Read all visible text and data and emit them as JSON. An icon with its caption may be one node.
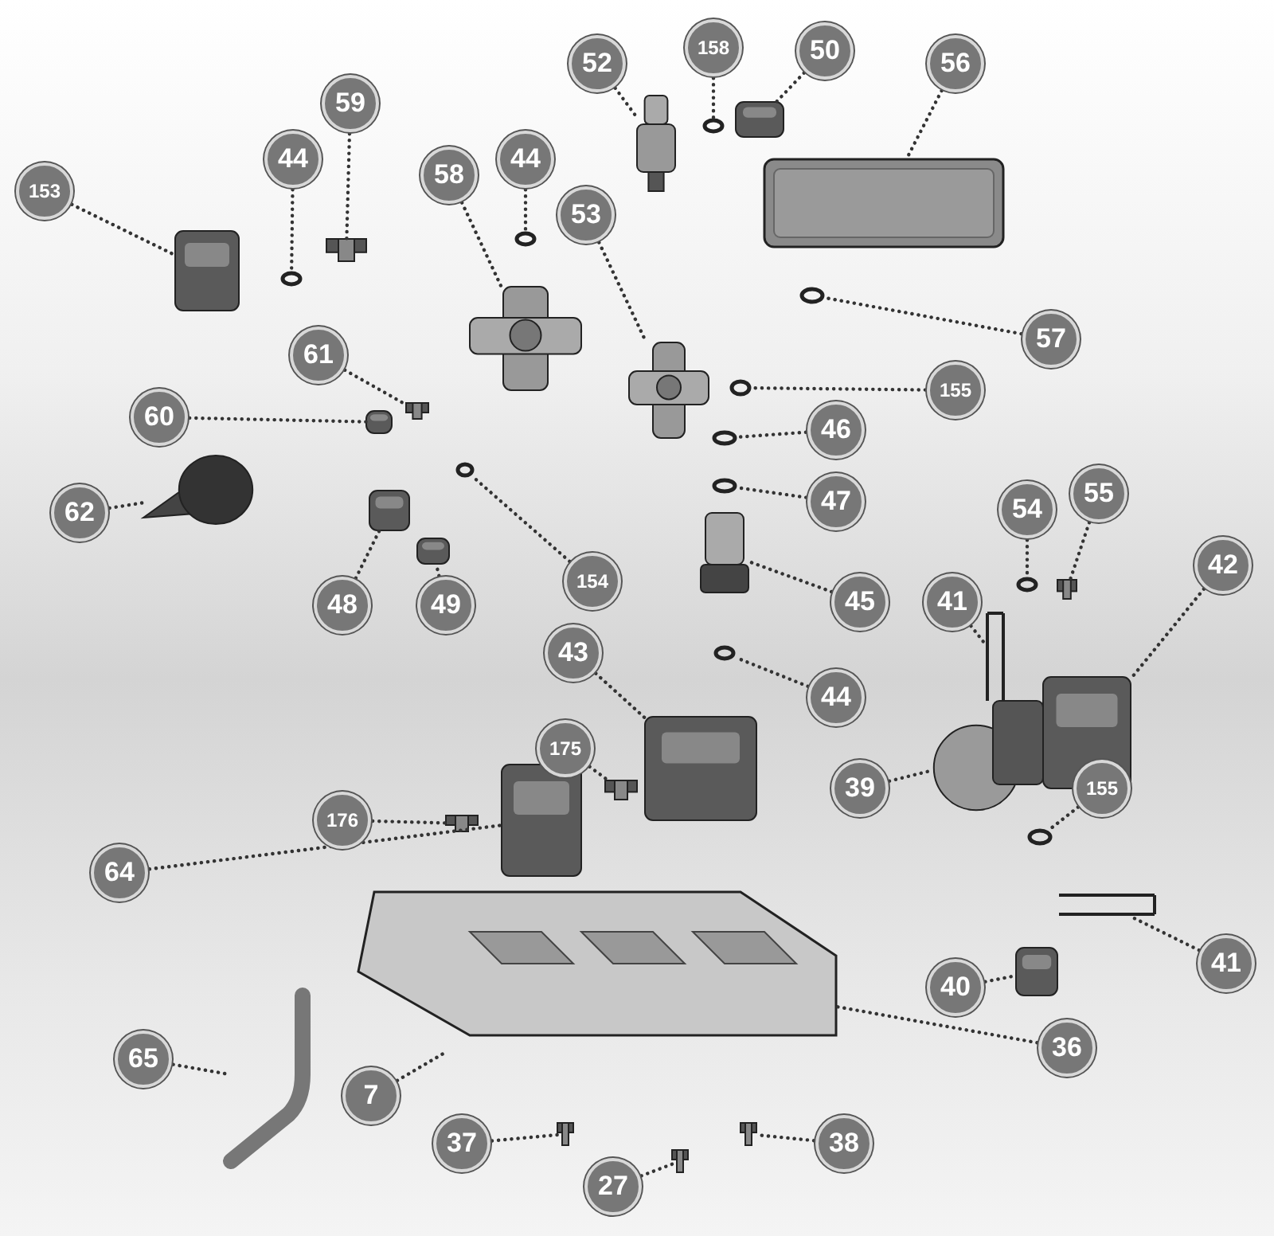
{
  "diagram": {
    "nodes": [
      {
        "text": [
          "52"
        ]
      },
      {
        "text": [
          "158"
        ]
      },
      {
        "text": [
          "50"
        ]
      },
      {
        "text": [
          "56"
        ]
      },
      {
        "text": [
          "153"
        ]
      },
      {
        "text": [
          "44"
        ]
      },
      {
        "text": [
          "59"
        ]
      },
      {
        "text": [
          "58"
        ]
      },
      {
        "text": [
          "44"
        ]
      },
      {
        "text": [
          "53"
        ]
      },
      {
        "text": [
          "57"
        ]
      },
      {
        "text": [
          "61"
        ]
      },
      {
        "text": [
          "60"
        ]
      },
      {
        "text": [
          "155"
        ]
      },
      {
        "text": [
          "46"
        ]
      },
      {
        "text": [
          "47"
        ]
      },
      {
        "text": [
          "62"
        ]
      },
      {
        "text": [
          "48"
        ]
      },
      {
        "text": [
          "49"
        ]
      },
      {
        "text": [
          "154"
        ]
      },
      {
        "text": [
          "45"
        ]
      },
      {
        "text": [
          "41"
        ]
      },
      {
        "text": [
          "54"
        ]
      },
      {
        "text": [
          "55"
        ]
      },
      {
        "text": [
          "42"
        ]
      },
      {
        "text": [
          "43"
        ]
      },
      {
        "text": [
          "44"
        ]
      },
      {
        "text": [
          "175"
        ]
      },
      {
        "text": [
          "39"
        ]
      },
      {
        "text": [
          "176"
        ]
      },
      {
        "text": [
          "64"
        ]
      },
      {
        "text": [
          "155"
        ]
      },
      {
        "text": [
          "40"
        ]
      },
      {
        "text": [
          "41"
        ]
      },
      {
        "text": [
          "36"
        ]
      },
      {
        "text": [
          "65"
        ]
      },
      {
        "text": [
          "7"
        ]
      },
      {
        "text": [
          "37"
        ]
      },
      {
        "text": [
          "27"
        ]
      },
      {
        "text": [
          "38"
        ]
      },
      {
        "text": [],
        "shape": "valve"
      },
      {
        "text": [],
        "shape": "ring"
      },
      {
        "text": [],
        "shape": "block"
      },
      {
        "text": [],
        "shape": "exchanger"
      },
      {
        "text": [],
        "shape": "block"
      },
      {
        "text": [],
        "shape": "ring"
      },
      {
        "text": [],
        "shape": "screw"
      },
      {
        "text": [],
        "shape": "valve"
      },
      {
        "text": [],
        "shape": "ring"
      },
      {
        "text": [],
        "shape": "valve"
      },
      {
        "text": [],
        "shape": "ring"
      },
      {
        "text": [],
        "shape": "screw"
      },
      {
        "text": [],
        "shape": "block"
      },
      {
        "text": [],
        "shape": "ring"
      },
      {
        "text": [],
        "shape": "ring"
      },
      {
        "text": [],
        "shape": "ring"
      },
      {
        "text": [],
        "shape": "sensor"
      },
      {
        "text": [],
        "shape": "block"
      },
      {
        "text": [],
        "shape": "block"
      },
      {
        "text": [],
        "shape": "ring"
      },
      {
        "text": [],
        "shape": "filter"
      },
      {
        "text": [],
        "shape": "clip"
      },
      {
        "text": [],
        "shape": "ring"
      },
      {
        "text": [],
        "shape": "screw"
      },
      {
        "text": [],
        "shape": "block"
      },
      {
        "text": [],
        "shape": "block"
      },
      {
        "text": [],
        "shape": "ring"
      },
      {
        "text": [],
        "shape": "screw"
      },
      {
        "text": [],
        "shape": "pump"
      },
      {
        "text": [],
        "shape": "screw"
      },
      {
        "text": [],
        "shape": "block"
      },
      {
        "text": [],
        "shape": "ring"
      },
      {
        "text": [],
        "shape": "block"
      },
      {
        "text": [],
        "shape": "clip"
      },
      {
        "text": [],
        "shape": "frame"
      },
      {
        "text": [],
        "shape": "pipe"
      },
      {
        "text": [],
        "shape": "screw"
      },
      {
        "text": [],
        "shape": "screw"
      },
      {
        "text": [],
        "shape": "screw"
      }
    ],
    "edges": [
      {
        "from": 0,
        "to": 40,
        "arrow": "none",
        "style": "dashed"
      },
      {
        "from": 1,
        "to": 41,
        "arrow": "none",
        "style": "dashed"
      },
      {
        "from": 2,
        "to": 42,
        "arrow": "none",
        "style": "dashed"
      },
      {
        "from": 3,
        "to": 43,
        "arrow": "none",
        "style": "dashed"
      },
      {
        "from": 4,
        "to": 44,
        "arrow": "none",
        "style": "dashed"
      },
      {
        "from": 5,
        "to": 45,
        "arrow": "none",
        "style": "dashed"
      },
      {
        "from": 6,
        "to": 46,
        "arrow": "none",
        "style": "dashed"
      },
      {
        "from": 7,
        "to": 47,
        "arrow": "none",
        "style": "dashed"
      },
      {
        "from": 8,
        "to": 48,
        "arrow": "none",
        "style": "dashed"
      },
      {
        "from": 9,
        "to": 49,
        "arrow": "none",
        "style": "dashed"
      },
      {
        "from": 10,
        "to": 50,
        "arrow": "none",
        "style": "dashed"
      },
      {
        "from": 11,
        "to": 51,
        "arrow": "none",
        "style": "dashed"
      },
      {
        "from": 12,
        "to": 52,
        "arrow": "none",
        "style": "dashed"
      },
      {
        "from": 13,
        "to": 53,
        "arrow": "none",
        "style": "dashed"
      },
      {
        "from": 14,
        "to": 54,
        "arrow": "none",
        "style": "dashed"
      },
      {
        "from": 15,
        "to": 55,
        "arrow": "none",
        "style": "dashed"
      },
      {
        "from": 16,
        "to": 56,
        "arrow": "none",
        "style": "dashed"
      },
      {
        "from": 17,
        "to": 57,
        "arrow": "none",
        "style": "dashed"
      },
      {
        "from": 18,
        "to": 58,
        "arrow": "none",
        "style": "dashed"
      },
      {
        "from": 19,
        "to": 59,
        "arrow": "none",
        "style": "dashed"
      },
      {
        "from": 20,
        "to": 60,
        "arrow": "none",
        "style": "dashed"
      },
      {
        "from": 21,
        "to": 61,
        "arrow": "none",
        "style": "dashed"
      },
      {
        "from": 22,
        "to": 62,
        "arrow": "none",
        "style": "dashed"
      },
      {
        "from": 23,
        "to": 63,
        "arrow": "none",
        "style": "dashed"
      },
      {
        "from": 24,
        "to": 64,
        "arrow": "none",
        "style": "dashed"
      },
      {
        "from": 25,
        "to": 65,
        "arrow": "none",
        "style": "dashed"
      },
      {
        "from": 26,
        "to": 66,
        "arrow": "none",
        "style": "dashed"
      },
      {
        "from": 27,
        "to": 67,
        "arrow": "none",
        "style": "dashed"
      },
      {
        "from": 28,
        "to": 68,
        "arrow": "none",
        "style": "dashed"
      },
      {
        "from": 29,
        "to": 69,
        "arrow": "none",
        "style": "dashed"
      },
      {
        "from": 30,
        "to": 70,
        "arrow": "none",
        "style": "dashed"
      },
      {
        "from": 31,
        "to": 71,
        "arrow": "none",
        "style": "dashed"
      },
      {
        "from": 32,
        "to": 72,
        "arrow": "none",
        "style": "dashed"
      },
      {
        "from": 33,
        "to": 73,
        "arrow": "none",
        "style": "dashed"
      },
      {
        "from": 34,
        "to": 74,
        "arrow": "none",
        "style": "dashed"
      },
      {
        "from": 35,
        "to": 75,
        "arrow": "none",
        "style": "dashed"
      },
      {
        "from": 36,
        "to": 74,
        "arrow": "none",
        "style": "dashed"
      },
      {
        "from": 37,
        "to": 76,
        "arrow": "none",
        "style": "dashed"
      },
      {
        "from": 38,
        "to": 77,
        "arrow": "none",
        "style": "dashed"
      },
      {
        "from": 39,
        "to": 78,
        "arrow": "none",
        "style": "dashed"
      }
    ]
  }
}
